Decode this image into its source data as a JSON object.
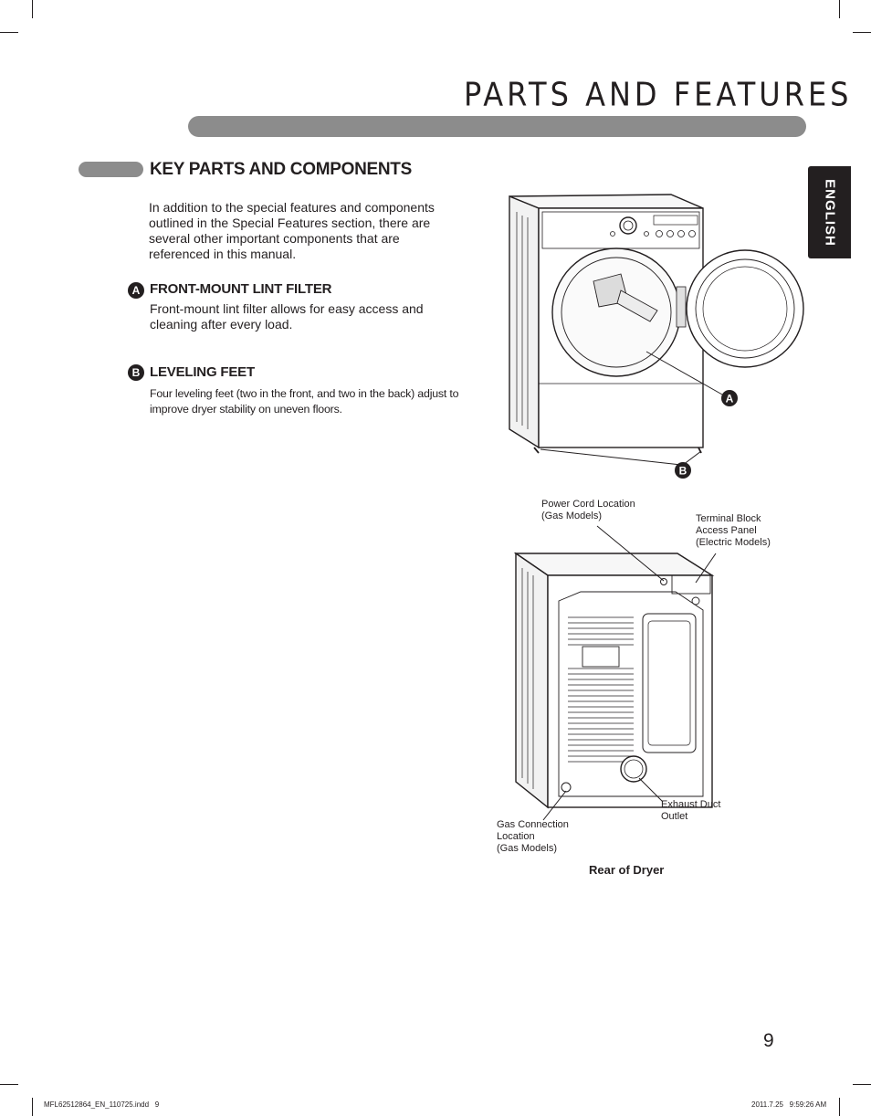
{
  "page": {
    "title": "PARTS AND FEATURES",
    "section_title": "KEY PARTS AND COMPONENTS",
    "language_tab": "ENGLISH",
    "intro": "In addition to the special features and components outlined in the Special Features section, there are several other important components that are referenced in this manual.",
    "page_number": "9"
  },
  "features": [
    {
      "badge": "A",
      "title": "FRONT-MOUNT LINT FILTER",
      "description": "Front-mount lint filter allows for easy access and cleaning after every load."
    },
    {
      "badge": "B",
      "title": "LEVELING FEET",
      "description": "Four leveling feet (two in the front, and two in the back) adjust to improve dryer stability on uneven floors."
    }
  ],
  "front_illustration": {
    "callouts": [
      "A",
      "B"
    ]
  },
  "rear_illustration": {
    "caption": "Rear of Dryer",
    "callouts": {
      "power_cord": "Power Cord Location\n(Gas Models)",
      "terminal_block": "Terminal Block\nAccess Panel\n(Electric Models)",
      "exhaust_duct": "Exhaust Duct\nOutlet",
      "gas_connection": "Gas Connection\nLocation\n(Gas Models)"
    }
  },
  "footer": {
    "left": "MFL62512864_EN_110725.indd   9",
    "right": "2011.7.25   9:59:26 AM"
  },
  "colors": {
    "bar_gray": "#8c8c8c",
    "ink": "#231f20"
  }
}
